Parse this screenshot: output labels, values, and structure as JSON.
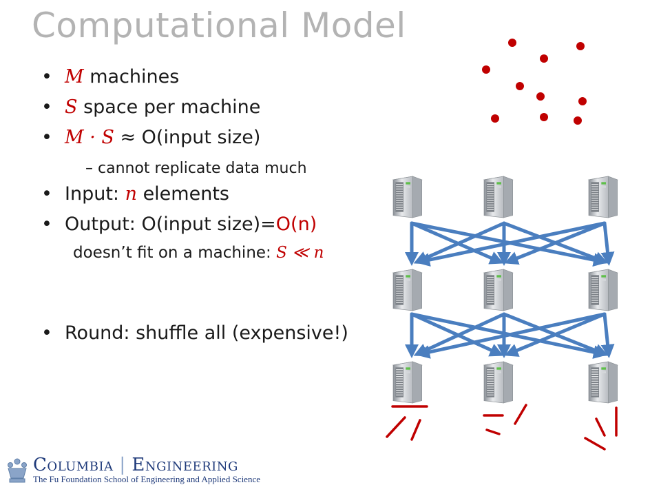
{
  "slide": {
    "title": "Computational Model",
    "bullets": [
      {
        "prefix_math": "M",
        "text": " machines"
      },
      {
        "prefix_math": "S",
        "text": " space per machine"
      },
      {
        "prefix_math": "M · S",
        "text": " ≈ O(input size)"
      },
      {
        "text_before": "Input: ",
        "math": "n",
        "text_after": " elements"
      },
      {
        "text_before": "Output: O(input size)=",
        "red_text": "O(n)"
      },
      {
        "text": "Round: shuffle all (expensive!)"
      }
    ],
    "sub_bullets": [
      {
        "dash": "–",
        "text": "cannot replicate data much"
      },
      {
        "text_before": "doesn’t fit on a machine: ",
        "math": "S ≪ n"
      }
    ],
    "bullet_symbol": "•"
  },
  "diagram": {
    "machine_icon": "server-icon",
    "rows": 3,
    "columns": 3,
    "arrow_color": "#4a7ebf",
    "dot_color": "#c00000"
  },
  "logo": {
    "name": "COLUMBIA | ENGINEERING",
    "name_left": "Columbia",
    "name_right": "Engineering",
    "subtitle": "The Fu Foundation School of Engineering and Applied Science",
    "icon": "columbia-crown-icon"
  }
}
